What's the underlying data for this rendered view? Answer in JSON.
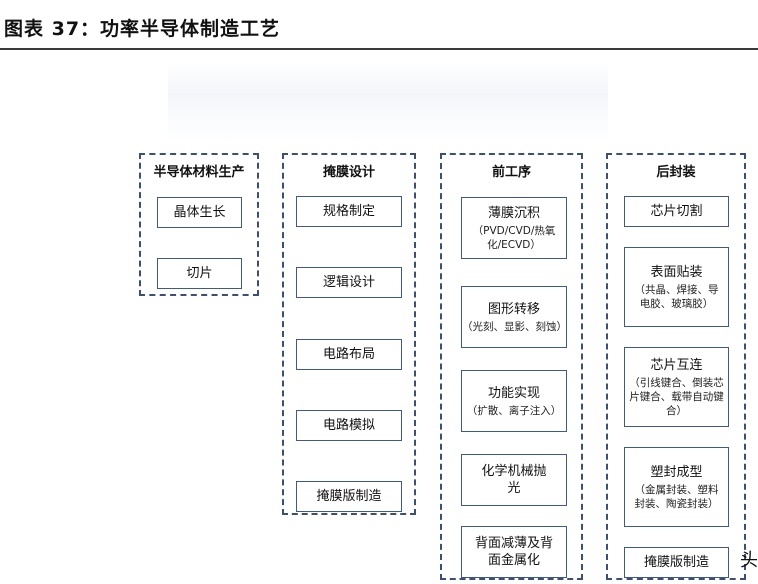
{
  "title": "图表 37：功率半导体制造工艺",
  "groups": [
    {
      "title": "半导体材料生产",
      "items": [
        {
          "label": "晶体生长",
          "sub": ""
        },
        {
          "label": "切片",
          "sub": ""
        }
      ]
    },
    {
      "title": "掩膜设计",
      "items": [
        {
          "label": "规格制定",
          "sub": ""
        },
        {
          "label": "逻辑设计",
          "sub": ""
        },
        {
          "label": "电路布局",
          "sub": ""
        },
        {
          "label": "电路模拟",
          "sub": ""
        },
        {
          "label": "掩膜版制造",
          "sub": ""
        }
      ]
    },
    {
      "title": "前工序",
      "items": [
        {
          "label": "薄膜沉积",
          "sub": "（PVD/CVD/热氧化/ECVD）"
        },
        {
          "label": "图形转移",
          "sub": "（光刻、显影、刻蚀）"
        },
        {
          "label": "功能实现",
          "sub": "（扩散、离子注入）"
        },
        {
          "label": "化学机械抛光",
          "sub": ""
        },
        {
          "label": "背面减薄及背面金属化",
          "sub": ""
        }
      ]
    },
    {
      "title": "后封装",
      "items": [
        {
          "label": "芯片切割",
          "sub": ""
        },
        {
          "label": "表面贴装",
          "sub": "（共晶、焊接、导电胶、玻璃胶）"
        },
        {
          "label": "芯片互连",
          "sub": "（引线键合、倒装芯片键合、载带自动键合）"
        },
        {
          "label": "塑封成型",
          "sub": "（金属封装、塑料封装、陶瓷封装）"
        },
        {
          "label": "掩膜版制造",
          "sub": ""
        }
      ]
    }
  ],
  "watermark": "头"
}
